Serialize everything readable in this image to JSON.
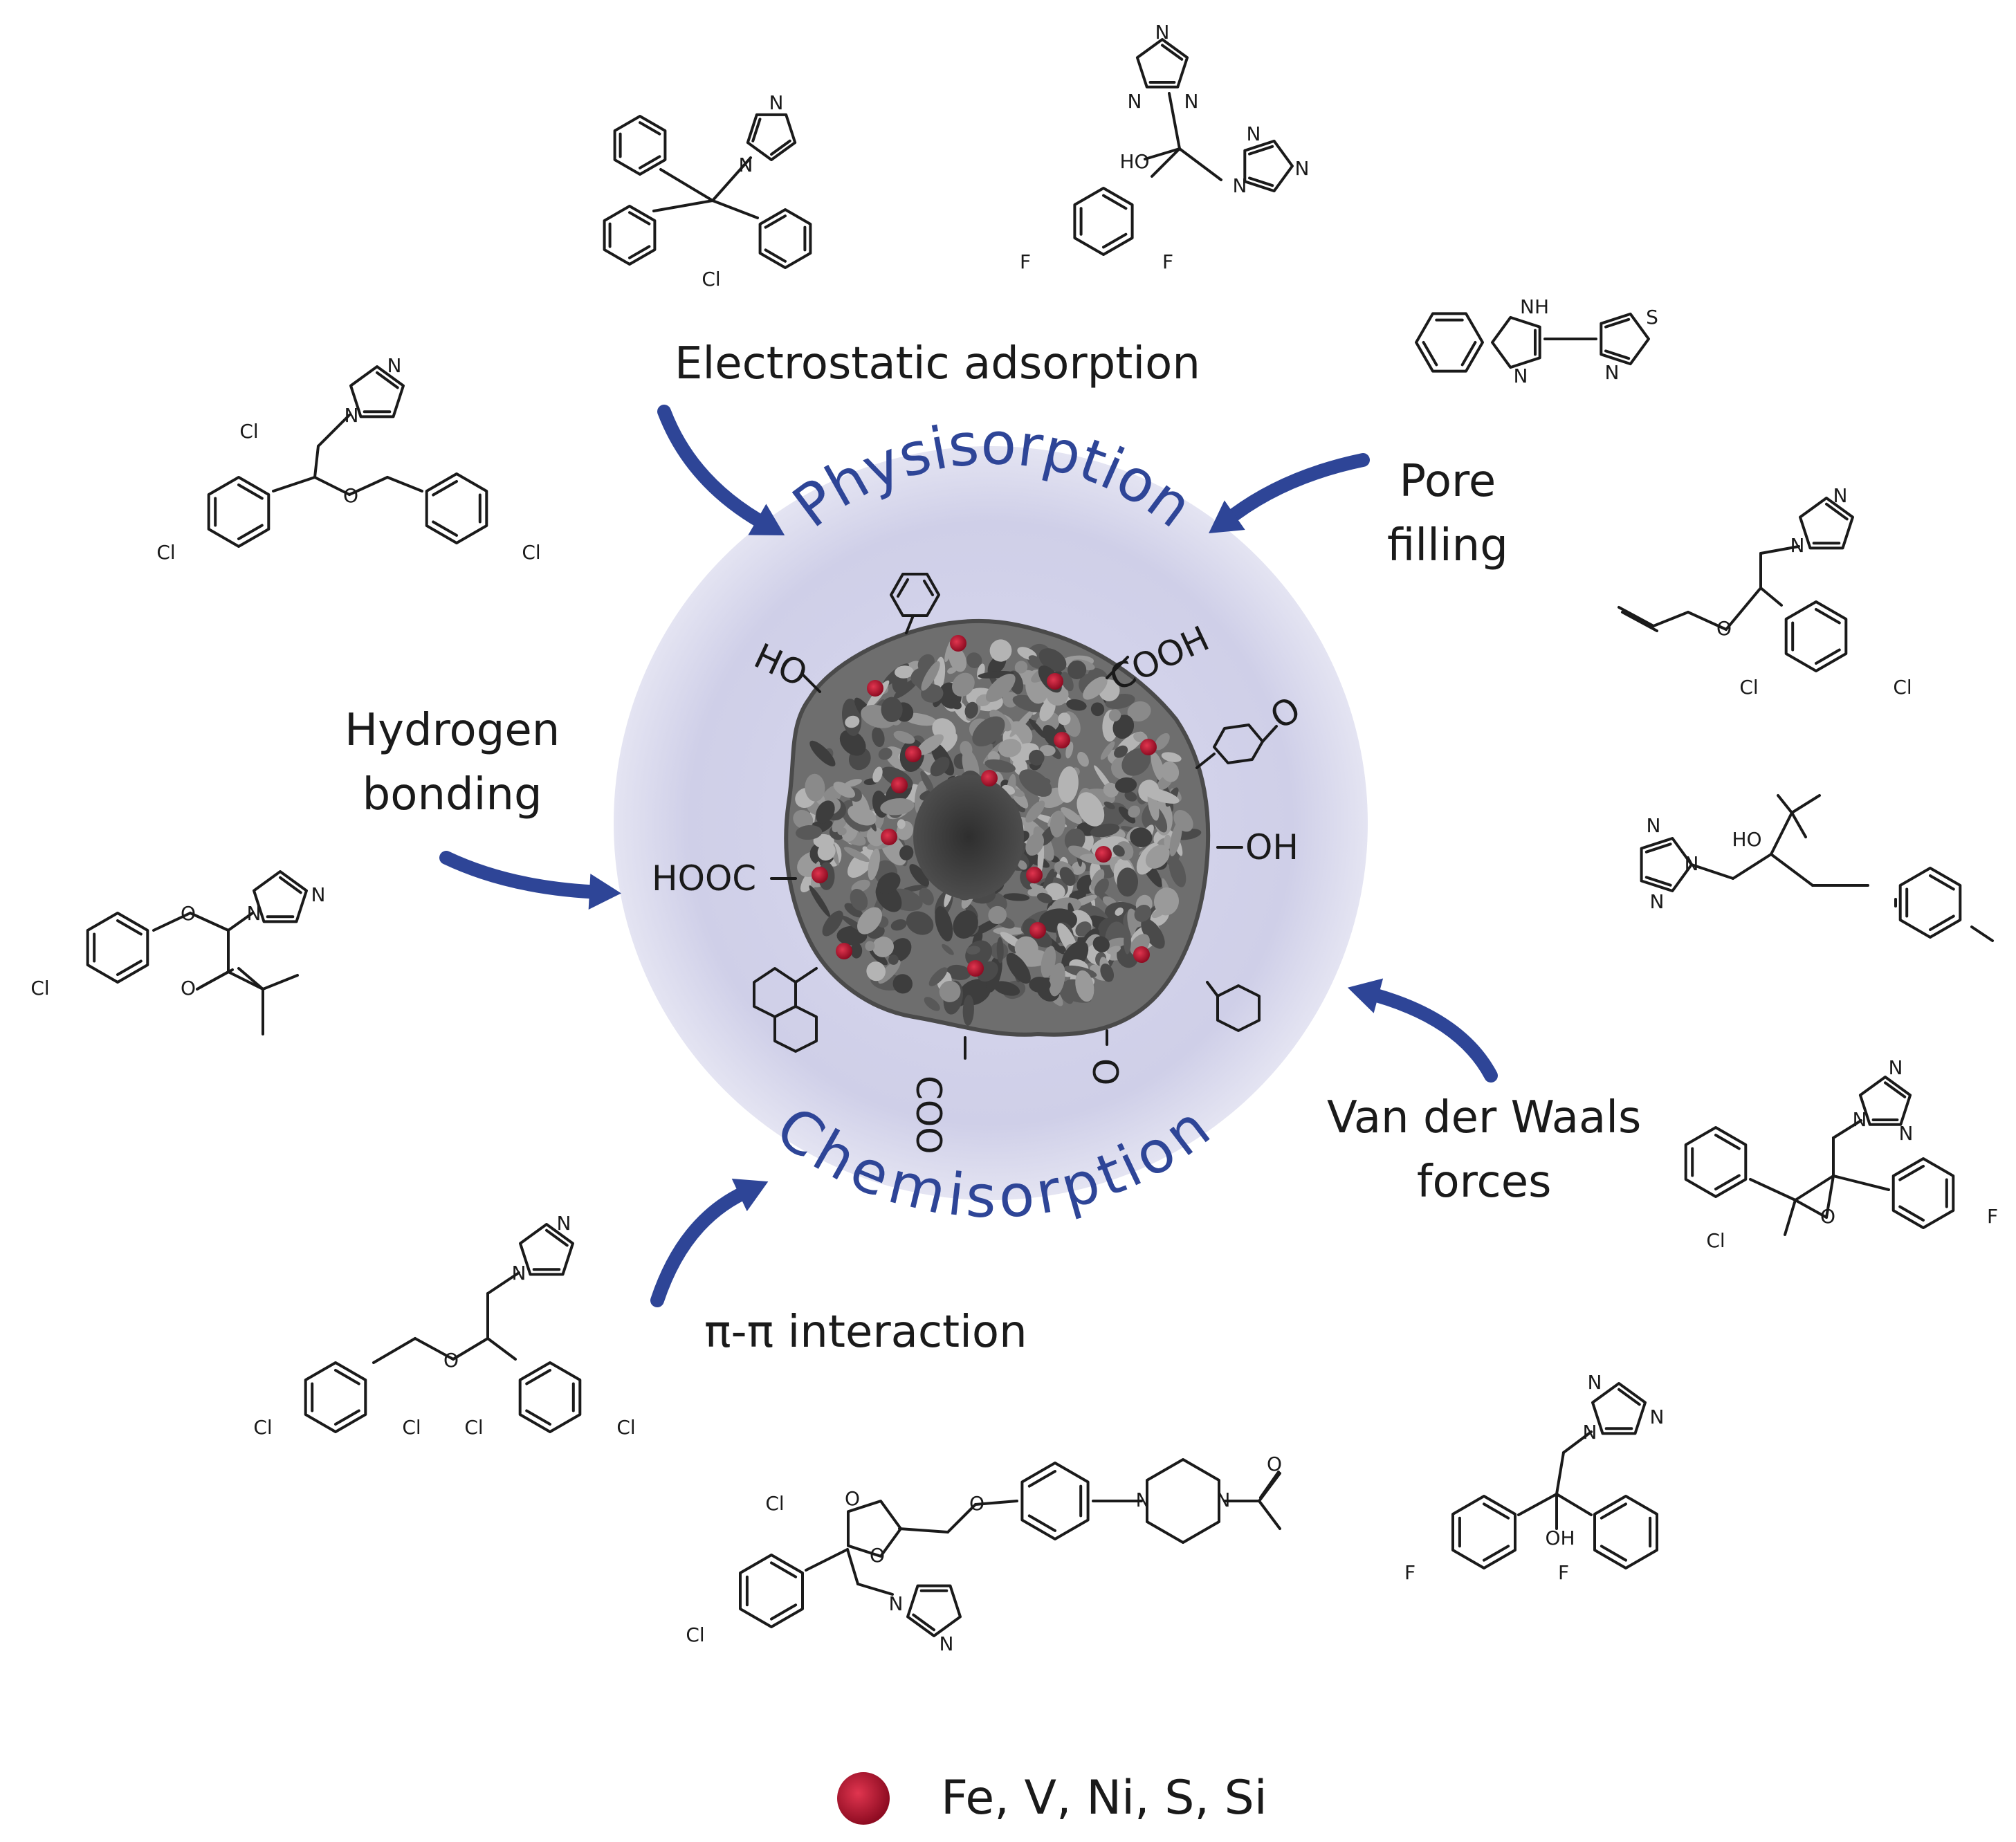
{
  "colors": {
    "halo": "#c9c9e5",
    "arrow": "#2e4597",
    "core_title": "#2e4597",
    "metal_dot": "#c8102e",
    "particle": "#6e6e6e"
  },
  "core": {
    "top_label": "Physisorption",
    "bottom_label": "Chemisorption"
  },
  "mechanisms": {
    "electrostatic": "Electrostatic adsorption",
    "pore_line1": "Pore",
    "pore_line2": "filling",
    "hbond_line1": "Hydrogen",
    "hbond_line2": "bonding",
    "vdw_line1": "Van der Waals",
    "vdw_line2": "forces",
    "pipi": "π-π interaction"
  },
  "surface_groups": {
    "ho": "HO",
    "cooh": "COOH",
    "oh": "OH",
    "hooc": "HOOC",
    "coo": "COO",
    "coo_charge": "-",
    "carbonyl_o": "O",
    "quinone_o": "O"
  },
  "legend": {
    "icon": "metal-dot",
    "text": "Fe, V, Ni, S, Si"
  },
  "atom_labels": {
    "N": "N",
    "NH": "NH",
    "S": "S",
    "O": "O",
    "Cl": "Cl",
    "F": "F",
    "HO": "HO",
    "OH": "OH"
  }
}
